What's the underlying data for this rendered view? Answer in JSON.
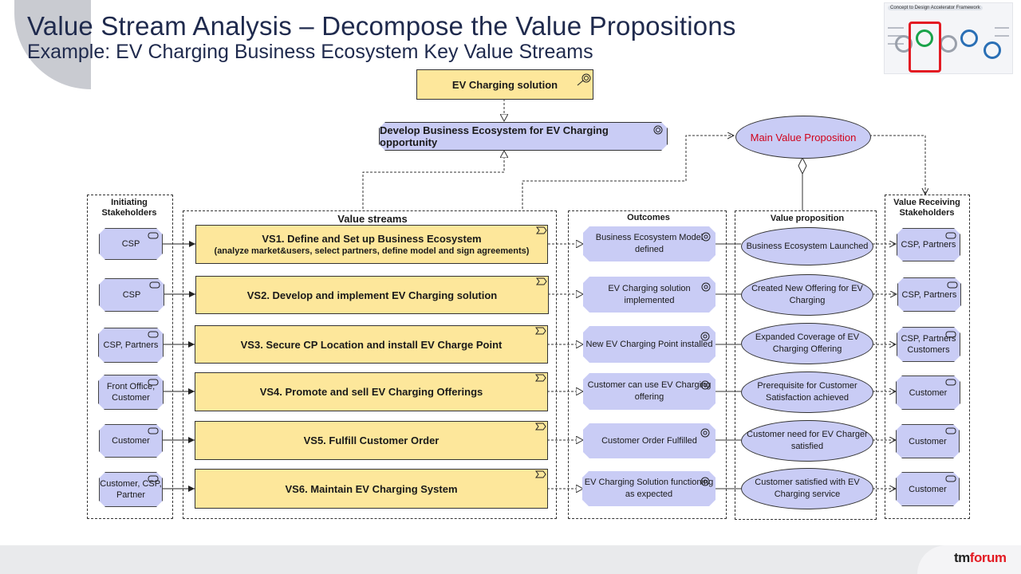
{
  "header": {
    "title": "Value Stream Analysis – Decompose the Value Propositions",
    "subtitle": "Example: EV Charging Business Ecosystem Key Value Streams",
    "thumbnail_title": "Concept to Design Accelerator Framework"
  },
  "top": {
    "solution": "EV Charging solution",
    "opportunity": "Develop Business Ecosystem for EV Charging opportunity",
    "main_vp": "Main Value Proposition"
  },
  "columns": {
    "initiating": "Initiating Stakeholders",
    "value_streams": "Value streams",
    "outcomes": "Outcomes",
    "value_proposition": "Value proposition",
    "receiving": "Value Receiving Stakeholders"
  },
  "rows": [
    {
      "initiator": "CSP",
      "vs_title": "VS1. Define and Set up Business Ecosystem",
      "vs_sub": "(analyze market&users, select partners, define model and sign agreements)",
      "outcome": "Business Ecosystem Model defined",
      "vp": "Business Ecosystem Launched",
      "receiver": "CSP, Partners"
    },
    {
      "initiator": "CSP",
      "vs_title": "VS2. Develop and implement EV Charging solution",
      "vs_sub": "",
      "outcome": "EV Charging solution implemented",
      "vp": "Created New Offering for EV Charging",
      "receiver": "CSP, Partners"
    },
    {
      "initiator": "CSP, Partners",
      "vs_title": "VS3. Secure CP Location and install EV Charge Point",
      "vs_sub": "",
      "outcome": "New EV Charging Point installed",
      "vp": "Expanded Coverage of EV Charging Offering",
      "receiver": "CSP, Partners Customers"
    },
    {
      "initiator": "Front Office, Customer",
      "vs_title": "VS4. Promote and sell EV Charging Offerings",
      "vs_sub": "",
      "outcome": "Customer can use EV Charging offering",
      "vp": "Prerequisite for Customer Satisfaction achieved",
      "receiver": "Customer"
    },
    {
      "initiator": "Customer",
      "vs_title": "VS5. Fulfill Customer Order",
      "vs_sub": "",
      "outcome": "Customer Order Fulfilled",
      "vp": "Customer need for EV Charger satisfied",
      "receiver": "Customer"
    },
    {
      "initiator": "Customer, CSP, Partner",
      "vs_title": "VS6. Maintain EV Charging System",
      "vs_sub": "",
      "outcome": "EV Charging Solution functioning as expected",
      "vp": "Customer satisfied with EV Charging service",
      "receiver": "Customer"
    }
  ],
  "footer": {
    "logo_prefix": "tm",
    "logo_suffix": "forum"
  },
  "colors": {
    "yellow_fill": "#fde79b",
    "lavender_fill": "#c9ccf5",
    "title_blue": "#1f2a4d",
    "main_vp_red": "#d0021b",
    "thumb_frame_red": "#e31b23"
  }
}
